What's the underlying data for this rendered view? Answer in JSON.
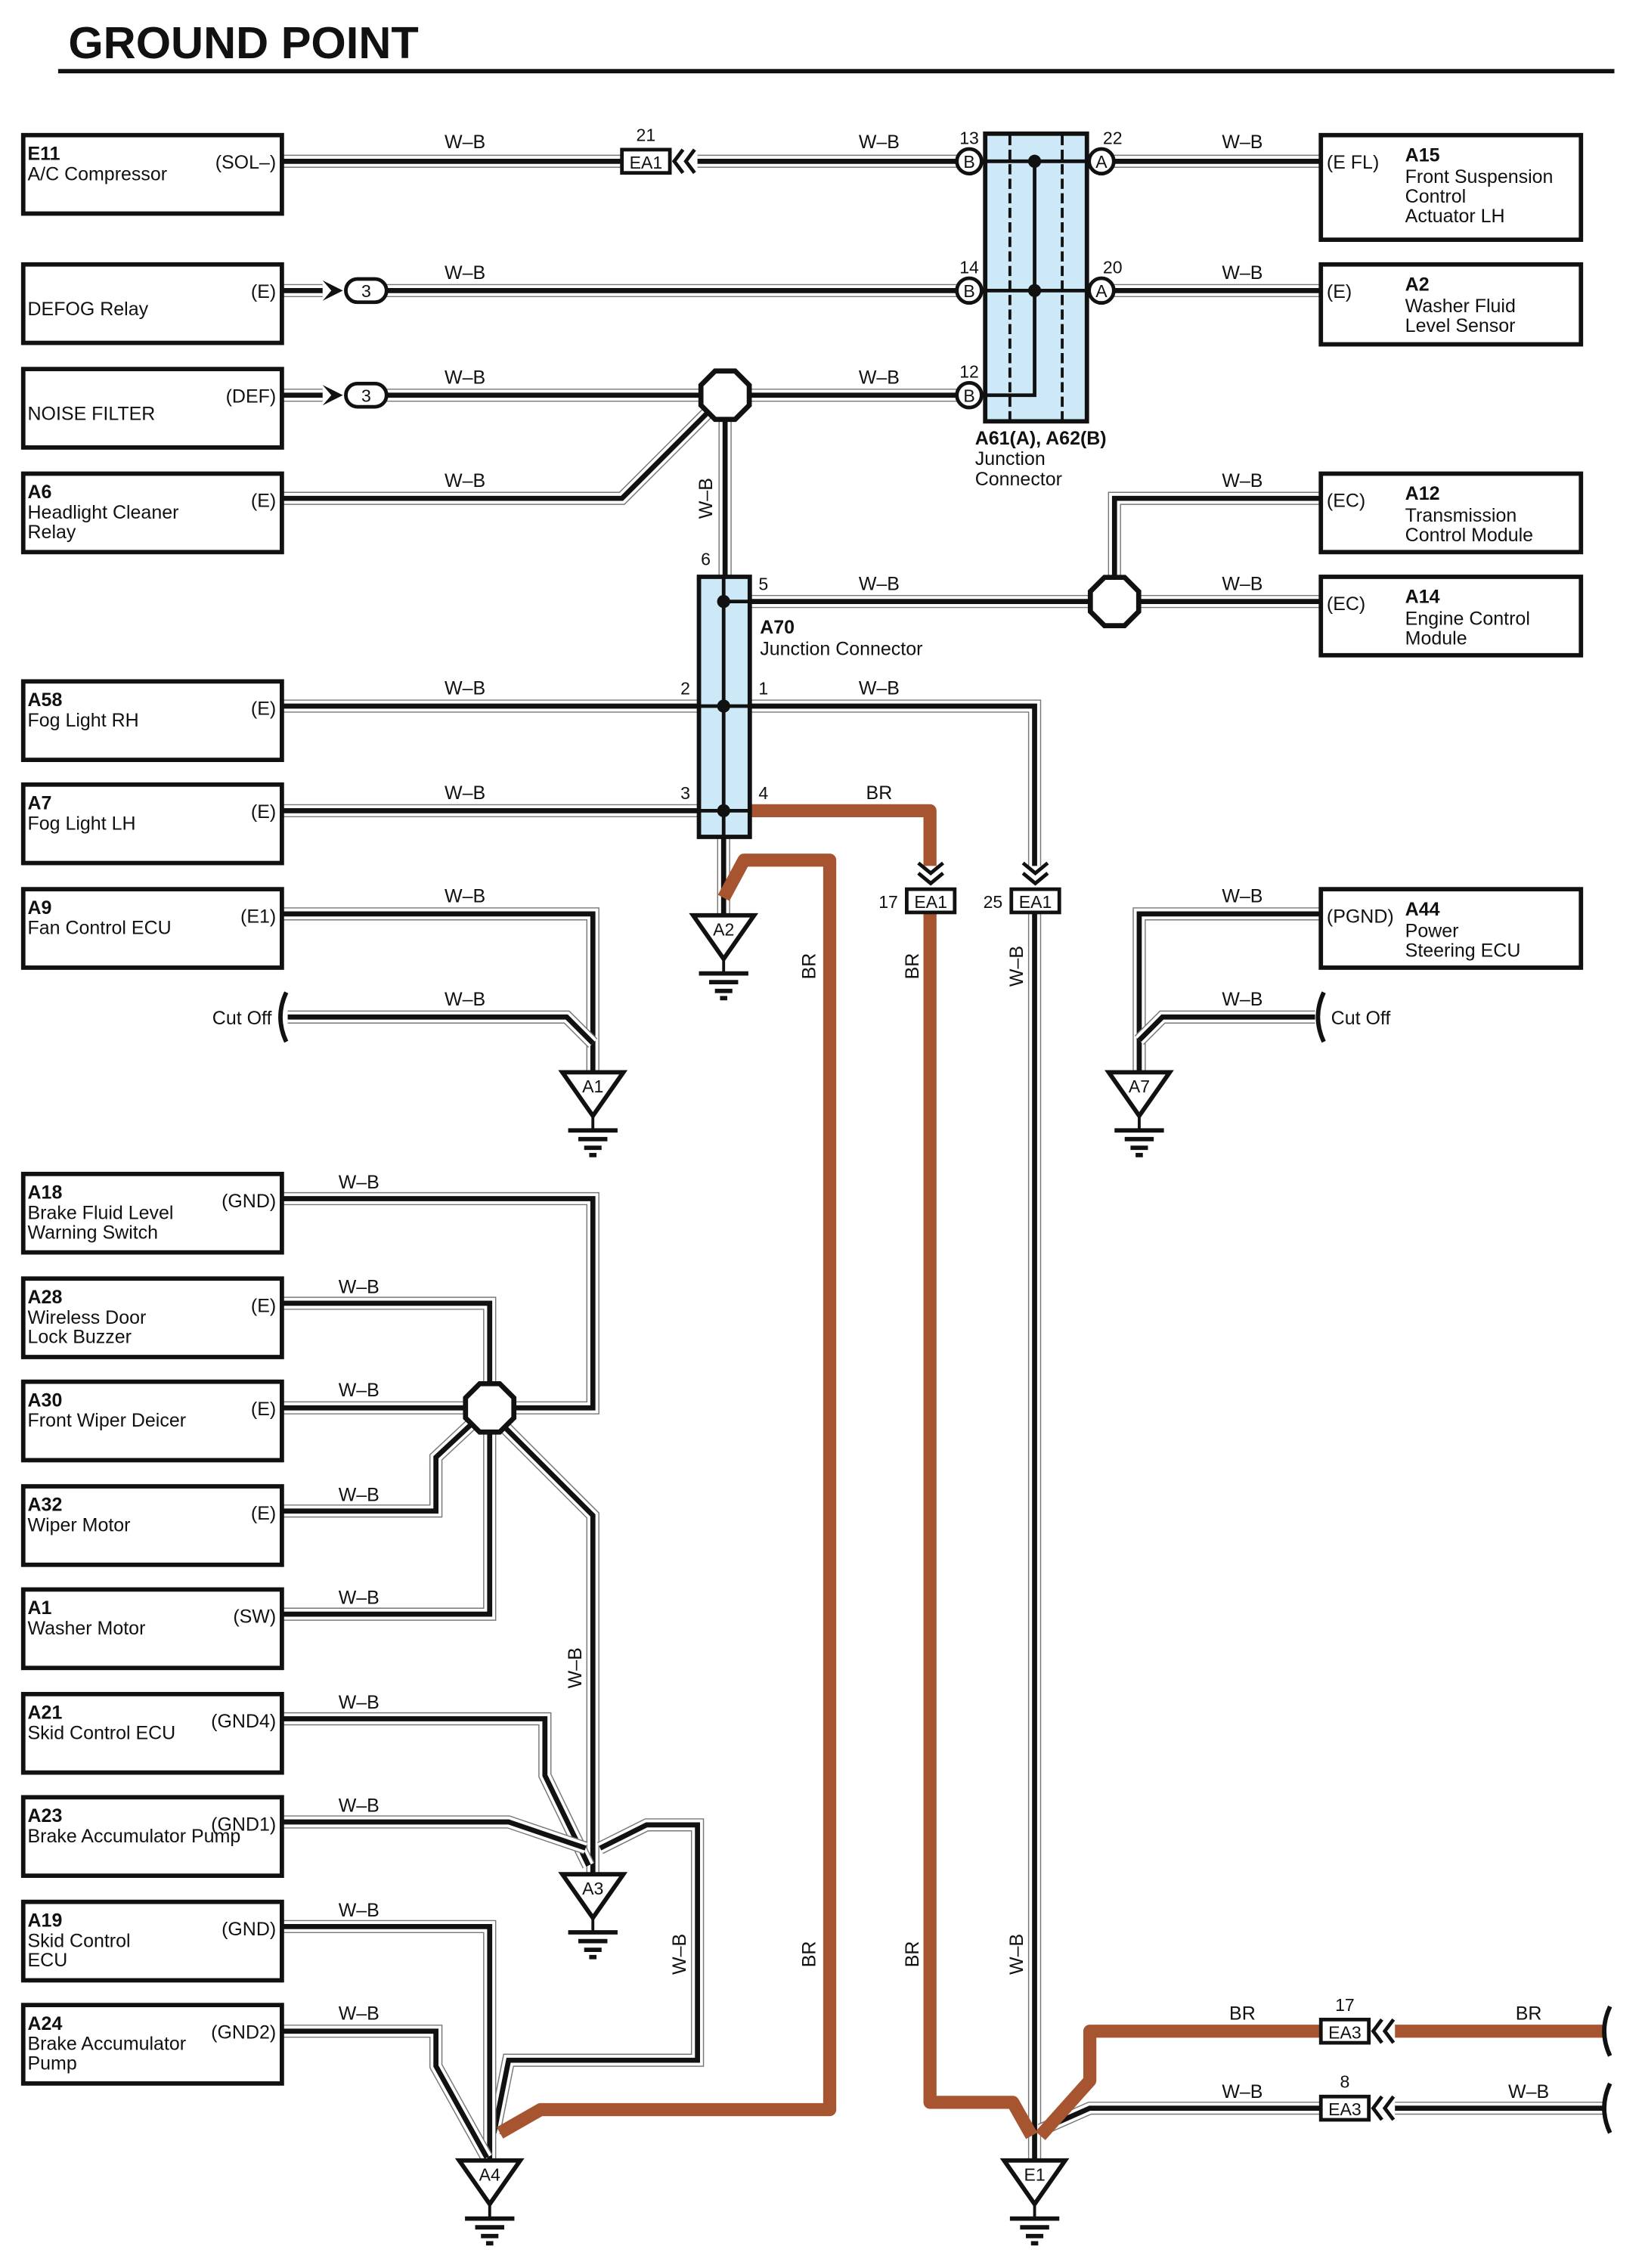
{
  "title": "GROUND POINT",
  "colors": {
    "wire_black": "#111111",
    "wire_brown": "#a65530",
    "junction_fill": "#cde9f7"
  },
  "left_components": [
    {
      "id": "E11",
      "name": [
        "A/C Compressor"
      ],
      "pin": "(SOL–)"
    },
    {
      "id": "",
      "name": [
        "DEFOG Relay"
      ],
      "pin": "(E)"
    },
    {
      "id": "",
      "name": [
        "NOISE FILTER"
      ],
      "pin": "(DEF)"
    },
    {
      "id": "A6",
      "name": [
        "Headlight Cleaner",
        "Relay"
      ],
      "pin": "(E)"
    },
    {
      "id": "A58",
      "name": [
        "Fog Light RH"
      ],
      "pin": "(E)"
    },
    {
      "id": "A7",
      "name": [
        "Fog Light LH"
      ],
      "pin": "(E)"
    },
    {
      "id": "A9",
      "name": [
        "Fan Control ECU"
      ],
      "pin": "(E1)"
    },
    {
      "id": "A18",
      "name": [
        "Brake Fluid Level",
        "Warning Switch"
      ],
      "pin": "(GND)"
    },
    {
      "id": "A28",
      "name": [
        "Wireless Door",
        "Lock Buzzer"
      ],
      "pin": "(E)"
    },
    {
      "id": "A30",
      "name": [
        "Front Wiper Deicer"
      ],
      "pin": "(E)"
    },
    {
      "id": "A32",
      "name": [
        "Wiper Motor"
      ],
      "pin": "(E)"
    },
    {
      "id": "A1",
      "name": [
        "Washer Motor"
      ],
      "pin": "(SW)"
    },
    {
      "id": "A21",
      "name": [
        "Skid Control ECU"
      ],
      "pin": "(GND4)"
    },
    {
      "id": "A23",
      "name": [
        "Brake Accumulator Pump"
      ],
      "pin": "(GND1)"
    },
    {
      "id": "A19",
      "name": [
        "Skid Control",
        "ECU"
      ],
      "pin": "(GND)"
    },
    {
      "id": "A24",
      "name": [
        "Brake Accumulator",
        "Pump"
      ],
      "pin": "(GND2)"
    }
  ],
  "right_components": [
    {
      "id": "A15",
      "name": [
        "Front Suspension",
        "Control",
        "Actuator LH"
      ],
      "pin": "(E FL)"
    },
    {
      "id": "A2",
      "name": [
        "Washer Fluid",
        "Level Sensor"
      ],
      "pin": "(E)"
    },
    {
      "id": "A12",
      "name": [
        "Transmission",
        "Control Module"
      ],
      "pin": "(EC)"
    },
    {
      "id": "A14",
      "name": [
        "Engine Control",
        "Module"
      ],
      "pin": "(EC)"
    },
    {
      "id": "A44",
      "name": [
        "Power",
        "Steering ECU"
      ],
      "pin": "(PGND)"
    }
  ],
  "junction_a61": {
    "label": "A61(A), A62(B)",
    "name": [
      "Junction",
      "Connector"
    ],
    "pins": [
      {
        "letter": "B",
        "num": "13"
      },
      {
        "letter": "B",
        "num": "14"
      },
      {
        "letter": "B",
        "num": "12"
      },
      {
        "letter": "A",
        "num": "22"
      },
      {
        "letter": "A",
        "num": "20"
      }
    ]
  },
  "junction_a70": {
    "label": "A70",
    "name": "Junction Connector",
    "pins": [
      "6",
      "5",
      "2",
      "1",
      "3",
      "4"
    ]
  },
  "connectors": [
    {
      "code": "EA1",
      "pin": "21"
    },
    {
      "code": "EA1",
      "pin": "17"
    },
    {
      "code": "EA1",
      "pin": "25"
    },
    {
      "code": "EA3",
      "pin": "17"
    },
    {
      "code": "EA3",
      "pin": "8"
    }
  ],
  "inline_connectors": [
    "3",
    "3"
  ],
  "grounds": [
    "A2",
    "A1",
    "A7",
    "A3",
    "A4",
    "E1"
  ],
  "cut_off_label": "Cut Off",
  "wire_labels_h": [
    "W–B",
    "W–B",
    "W–B",
    "W–B",
    "W–B",
    "W–B",
    "W–B",
    "W–B",
    "W–B",
    "W–B",
    "W–B",
    "W–B",
    "W–B",
    "W–B",
    "W–B",
    "W–B",
    "W–B",
    "W–B",
    "W–B",
    "W–B",
    "W–B",
    "W–B",
    "W–B",
    "W–B",
    "W–B",
    "W–B",
    "W–B",
    "W–B",
    "W–B",
    "BR",
    "BR",
    "BR"
  ],
  "wire_labels_v": [
    "W–B",
    "W–B",
    "W–B",
    "W–B",
    "W–B",
    "BR",
    "BR",
    "BR",
    "BR"
  ]
}
